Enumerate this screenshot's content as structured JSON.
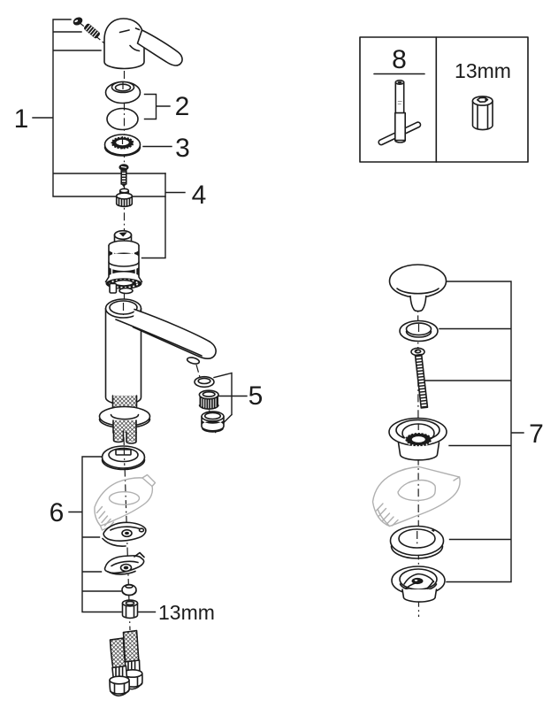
{
  "diagram": {
    "type": "exploded-parts-diagram",
    "colors": {
      "background": "#ffffff",
      "line": "#1b1b1b",
      "sketch": "#b0b0b0"
    },
    "labels": {
      "part1": "1",
      "part2": "2",
      "part3": "3",
      "part4": "4",
      "part5": "5",
      "part6": "6",
      "part7": "7",
      "part8": "8"
    },
    "sizes": {
      "hex_nut": "13mm",
      "tool_socket": "13mm"
    },
    "parts": [
      {
        "label": "1",
        "component": "lever-handle-assembly"
      },
      {
        "label": "2",
        "component": "cap-ring-and-o-ring"
      },
      {
        "label": "3",
        "component": "bearing-ring"
      },
      {
        "label": "4",
        "component": "cartridge-with-screw-and-adapter-nut"
      },
      {
        "label": "5",
        "component": "aerator-set"
      },
      {
        "label": "6",
        "component": "mounting-set-with-hex-nut"
      },
      {
        "label": "7",
        "component": "pop-up-waste-drain-set"
      },
      {
        "label": "8",
        "component": "socket-wrench-tool-with-13mm-adapter"
      }
    ]
  }
}
